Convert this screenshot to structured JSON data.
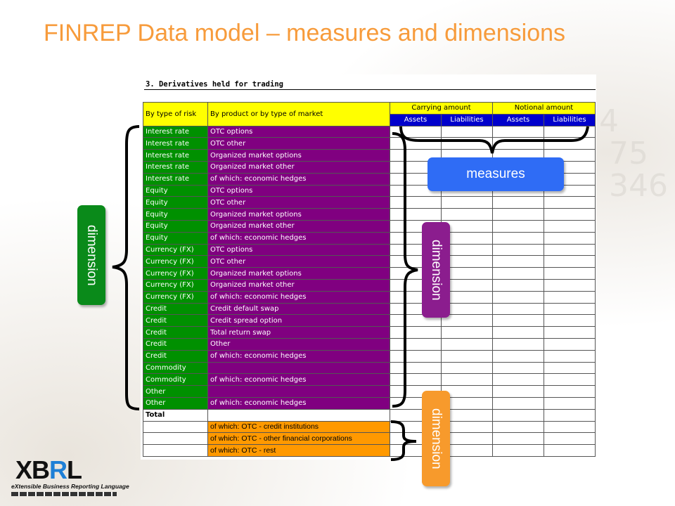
{
  "title": "FINREP Data model – measures and dimensions",
  "sheet": {
    "heading": "3. Derivatives held for trading",
    "col_risk": "By type of risk",
    "col_product": "By product or by type of market",
    "group_carrying": "Carrying amount",
    "group_notional": "Notional amount",
    "sub_assets_1": "Assets",
    "sub_liabilities_1": "Liabilities",
    "sub_assets_2": "Assets",
    "sub_liabilities_2": "Liabilities",
    "rows": [
      {
        "risk": "Interest rate",
        "product": "OTC options"
      },
      {
        "risk": "Interest rate",
        "product": "OTC other"
      },
      {
        "risk": "Interest rate",
        "product": "Organized market options"
      },
      {
        "risk": "Interest rate",
        "product": "Organized market other"
      },
      {
        "risk": "Interest rate",
        "product": "of which: economic hedges"
      },
      {
        "risk": "Equity",
        "product": "OTC options"
      },
      {
        "risk": "Equity",
        "product": "OTC other"
      },
      {
        "risk": "Equity",
        "product": "Organized market options"
      },
      {
        "risk": "Equity",
        "product": "Organized market other"
      },
      {
        "risk": "Equity",
        "product": "of which: economic hedges"
      },
      {
        "risk": "Currency (FX)",
        "product": "OTC options"
      },
      {
        "risk": "Currency (FX)",
        "product": "OTC other"
      },
      {
        "risk": "Currency (FX)",
        "product": "Organized market options"
      },
      {
        "risk": "Currency (FX)",
        "product": "Organized market other"
      },
      {
        "risk": "Currency (FX)",
        "product": "of which: economic hedges"
      },
      {
        "risk": "Credit",
        "product": "Credit default swap"
      },
      {
        "risk": "Credit",
        "product": "Credit spread option"
      },
      {
        "risk": "Credit",
        "product": "Total return swap"
      },
      {
        "risk": "Credit",
        "product": "Other"
      },
      {
        "risk": "Credit",
        "product": "of which: economic hedges"
      },
      {
        "risk": "Commodity",
        "product": ""
      },
      {
        "risk": "Commodity",
        "product": "of which: economic hedges"
      },
      {
        "risk": "Other",
        "product": ""
      },
      {
        "risk": "Other",
        "product": "of which: economic hedges"
      }
    ],
    "total_label": "Total",
    "ofwhich_rows": [
      "of which: OTC - credit institutions",
      "of which: OTC - other financial corporations",
      "of which: OTC - rest"
    ]
  },
  "tags": {
    "measures": "measures",
    "dimension_left": "dimension",
    "dimension_middle": "dimension",
    "dimension_bottom": "dimension"
  },
  "logo": {
    "text_x": "XB",
    "text_r": "R",
    "text_l": "L",
    "tagline": "eXtensible Business Reporting Language"
  },
  "colors": {
    "title": "#f79b3b",
    "risk_cells": "#009000",
    "product_cells": "#800080",
    "header": "#ffff00",
    "subheader": "#0000cc",
    "ofwhich_cells": "#ff9900",
    "measures_tag": "#2f6cf5",
    "dimension_left_tag": "#0a8a1a",
    "dimension_middle_tag": "#8b1d8e",
    "dimension_bottom_tag": "#f79a2c"
  }
}
